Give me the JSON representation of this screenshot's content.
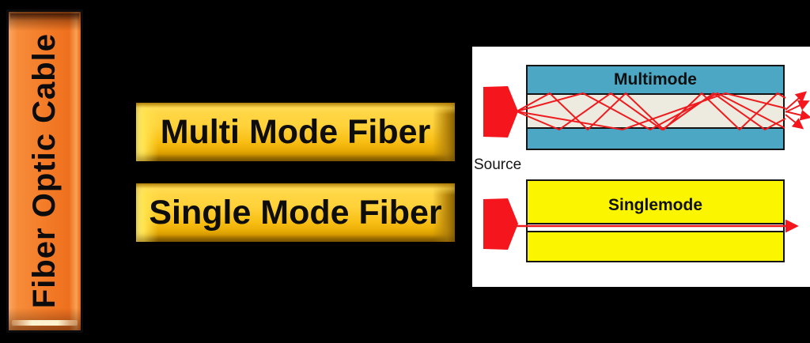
{
  "page": {
    "background_color": "#000000"
  },
  "banner": {
    "label": "Fiber Optic Cable",
    "color": "#F37B27",
    "text_color": "#0C0C0C"
  },
  "buttons": [
    {
      "label": "Multi Mode Fiber",
      "color": "#FFC91F",
      "text_color": "#0D0D0D"
    },
    {
      "label": "Single Mode Fiber",
      "color": "#FFC91F",
      "text_color": "#0D0D0D"
    }
  ],
  "diagram": {
    "background_color": "#FFFFFF",
    "source_label": "Source",
    "ray_color": "#EE1B1E",
    "multimode": {
      "label": "Multimode",
      "cladding_color": "#4BA7C4",
      "core_color": "#EDEBE0"
    },
    "singlemode": {
      "label": "Singlemode",
      "body_color": "#FBF500",
      "core_color": "#FFFFFF"
    }
  }
}
